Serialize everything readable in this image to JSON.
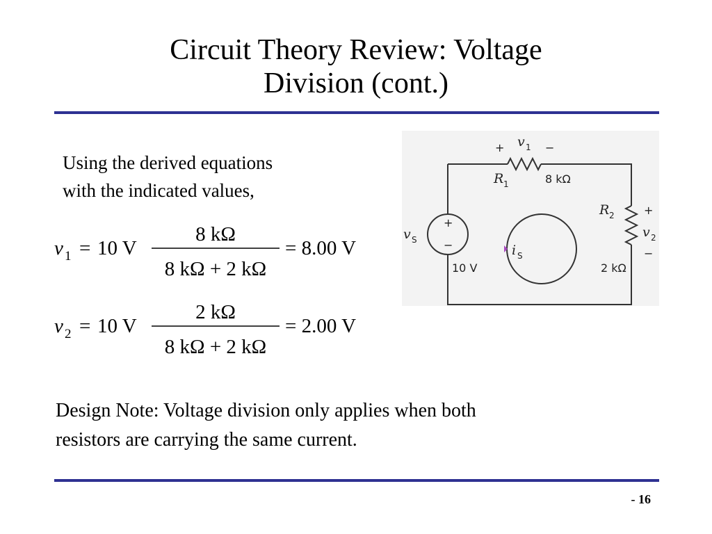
{
  "slide": {
    "title_line1": "Circuit Theory Review: Voltage",
    "title_line2": "Division (cont.)",
    "intro_line1": "Using the derived equations",
    "intro_line2": "with the indicated values,",
    "equations": [
      {
        "lhs_var": "v",
        "lhs_sub": "1",
        "source": "10 V",
        "numerator": "8 kΩ",
        "denominator": "8 kΩ + 2 kΩ",
        "result": "= 8.00 V"
      },
      {
        "lhs_var": "v",
        "lhs_sub": "2",
        "source": "10 V",
        "numerator": "2 kΩ",
        "denominator": "8 kΩ + 2 kΩ",
        "result": "= 2.00 V"
      }
    ],
    "design_note_line1": "Design Note:  Voltage division only applies when both",
    "design_note_line2": "resistors are carrying the same current.",
    "page_number": "- 16",
    "accent_color": "#2e3192"
  },
  "circuit": {
    "v1_plus": "+",
    "v1_var": "v",
    "v1_sub": "1",
    "v1_minus": "−",
    "r1_var": "R",
    "r1_sub": "1",
    "r1_value": "8 kΩ",
    "r2_var": "R",
    "r2_sub": "2",
    "r2_value": "2 kΩ",
    "v2_plus": "+",
    "v2_var": "v",
    "v2_sub": "2",
    "v2_minus": "−",
    "vs_var": "v",
    "vs_sub": "S",
    "vs_plus": "+",
    "vs_minus": "−",
    "vs_value": "10 V",
    "is_var": "i",
    "is_sub": "S"
  }
}
